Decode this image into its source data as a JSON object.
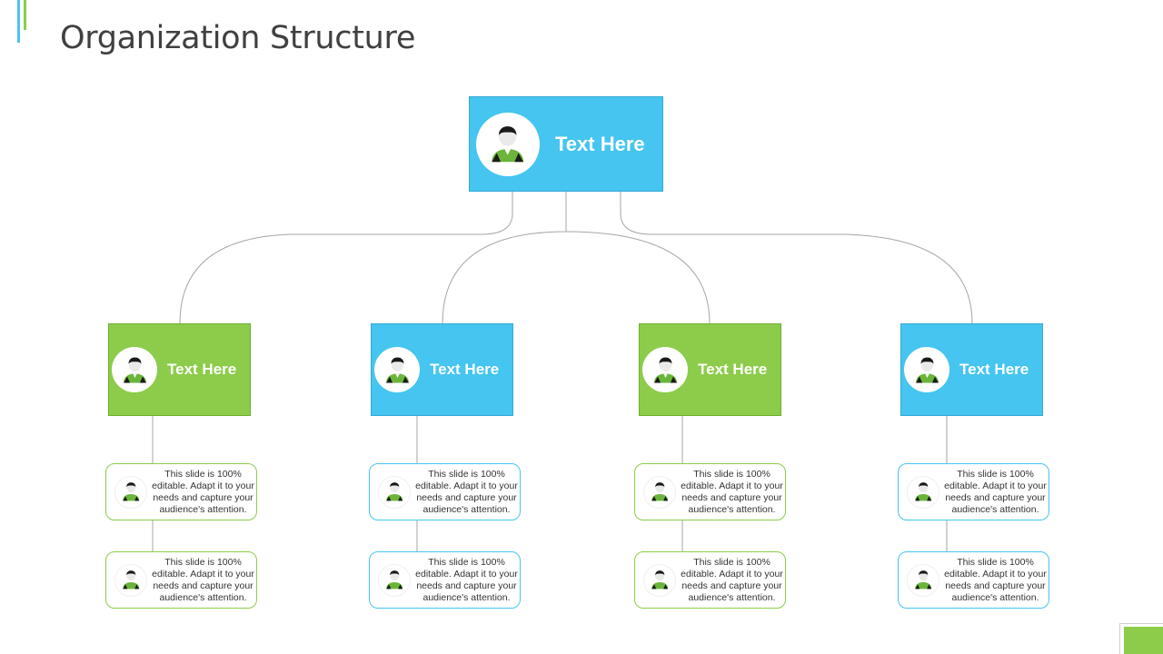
{
  "title": "Organization Structure",
  "root": {
    "label": "Text Here",
    "icon": "person-avatar-icon"
  },
  "branches": [
    {
      "label": "Text Here",
      "color": "#8ccc4a",
      "cards": [
        "This slide is 100% editable. Adapt it to your needs and capture your audience's attention.",
        "This slide is 100% editable. Adapt it to your needs and capture your audience's attention."
      ]
    },
    {
      "label": "Text Here",
      "color": "#45c5f0",
      "cards": [
        "This slide is 100% editable. Adapt it to your needs and capture your audience's attention.",
        "This slide is 100% editable. Adapt it to your needs and capture your audience's attention."
      ]
    },
    {
      "label": "Text Here",
      "color": "#8ccc4a",
      "cards": [
        "This slide is 100% editable. Adapt it to your needs and capture your audience's attention.",
        "This slide is 100% editable. Adapt it to your needs and capture your audience's attention."
      ]
    },
    {
      "label": "Text Here",
      "color": "#45c5f0",
      "cards": [
        "This slide is 100% editable. Adapt it to your needs and capture your audience's attention.",
        "This slide is 100% editable. Adapt it to your needs and capture your audience's attention."
      ]
    }
  ],
  "colors": {
    "green": "#8ccc4a",
    "blue": "#45c5f0",
    "connector": "#a6a6a6"
  }
}
